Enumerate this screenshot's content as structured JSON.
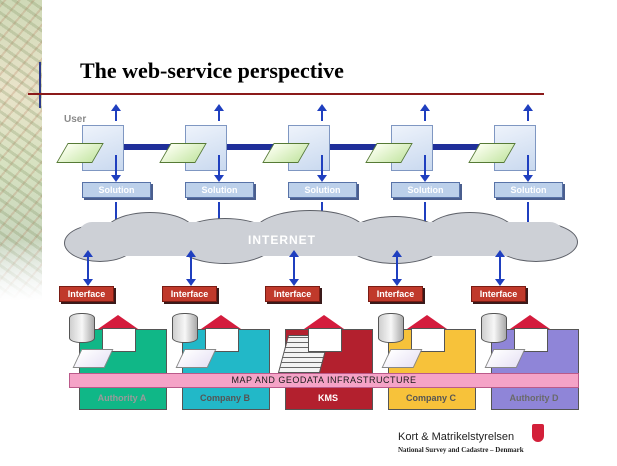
{
  "slide": {
    "title": "The web-service perspective",
    "user_label": "User",
    "network_label": "INTERNET",
    "infrastructure_label": "MAP AND GEODATA INFRASTRUCTURE",
    "solution_label": "Solution",
    "interface_label": "Interface",
    "authorities": [
      {
        "label": "Authority A",
        "color": "#10b787",
        "label_color": "#9a9a9a"
      },
      {
        "label": "Company B",
        "color": "#22b8c8",
        "label_color": "#555555"
      },
      {
        "label": "KMS",
        "color": "#b3202e",
        "label_color": "#ffffff"
      },
      {
        "label": "Company C",
        "color": "#f7c23a",
        "label_color": "#555555"
      },
      {
        "label": "Authority D",
        "color": "#8f85d8",
        "label_color": "#6a6a6a"
      }
    ]
  },
  "footer": {
    "logo_text": "Kort & Matrikelstyrelsen",
    "tagline": "National Survey and Cadastre – Denmark"
  },
  "colors": {
    "title_rule": "#8b1a1a",
    "accent_blue": "#1f3fbf",
    "interface_red": "#c0392b",
    "band_pink": "#f5a3c7",
    "cloud_gray": "#cdd0d6"
  }
}
